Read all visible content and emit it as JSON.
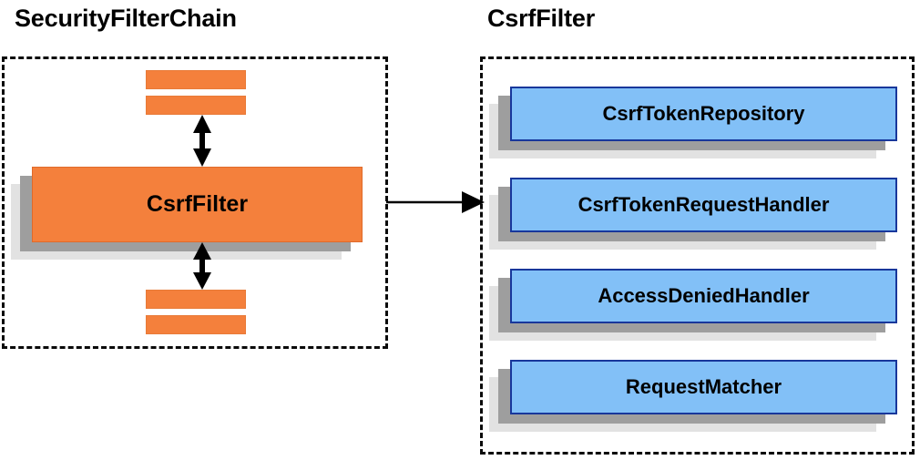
{
  "diagram": {
    "type": "architecture-block-diagram",
    "panels": [
      {
        "id": "security-filter-chain",
        "title": "SecurityFilterChain",
        "border_style": "dashed",
        "border_color": "#0a0a0a",
        "highlighted_box": {
          "label": "CsrfFilter",
          "fill": "#f4803c",
          "shadow_dark": "#9e9e9e",
          "shadow_light": "#e2e2e2"
        },
        "filter_bars_above": 2,
        "filter_bars_below": 2,
        "filter_bar_fill": "#f4803c",
        "connectors": [
          {
            "id": "chain-link-top",
            "kind": "double-arrow",
            "orientation": "vertical"
          },
          {
            "id": "chain-link-bottom",
            "kind": "double-arrow",
            "orientation": "vertical"
          }
        ]
      },
      {
        "id": "csrf-filter-detail",
        "title": "CsrfFilter",
        "border_style": "dashed",
        "border_color": "#0a0a0a",
        "components": [
          {
            "label": "CsrfTokenRepository"
          },
          {
            "label": "CsrfTokenRequestHandler"
          },
          {
            "label": "AccessDeniedHandler"
          },
          {
            "label": "RequestMatcher"
          }
        ],
        "component_fill": "#82c0f7",
        "component_border": "#18379b",
        "shadow_dark": "#9e9e9e",
        "shadow_light": "#e2e2e2"
      }
    ],
    "cross_panel_connector": {
      "id": "expand-arrow",
      "kind": "single-arrow",
      "orientation": "horizontal",
      "from": "security-filter-chain",
      "to": "csrf-filter-detail",
      "color": "#000000"
    }
  },
  "colors": {
    "orange": "#f4803c",
    "blue": "#82c0f7",
    "blue_border": "#18379b",
    "shadow_dark": "#9e9e9e",
    "shadow_light": "#e2e2e2",
    "ink": "#000000",
    "background": "#ffffff"
  }
}
